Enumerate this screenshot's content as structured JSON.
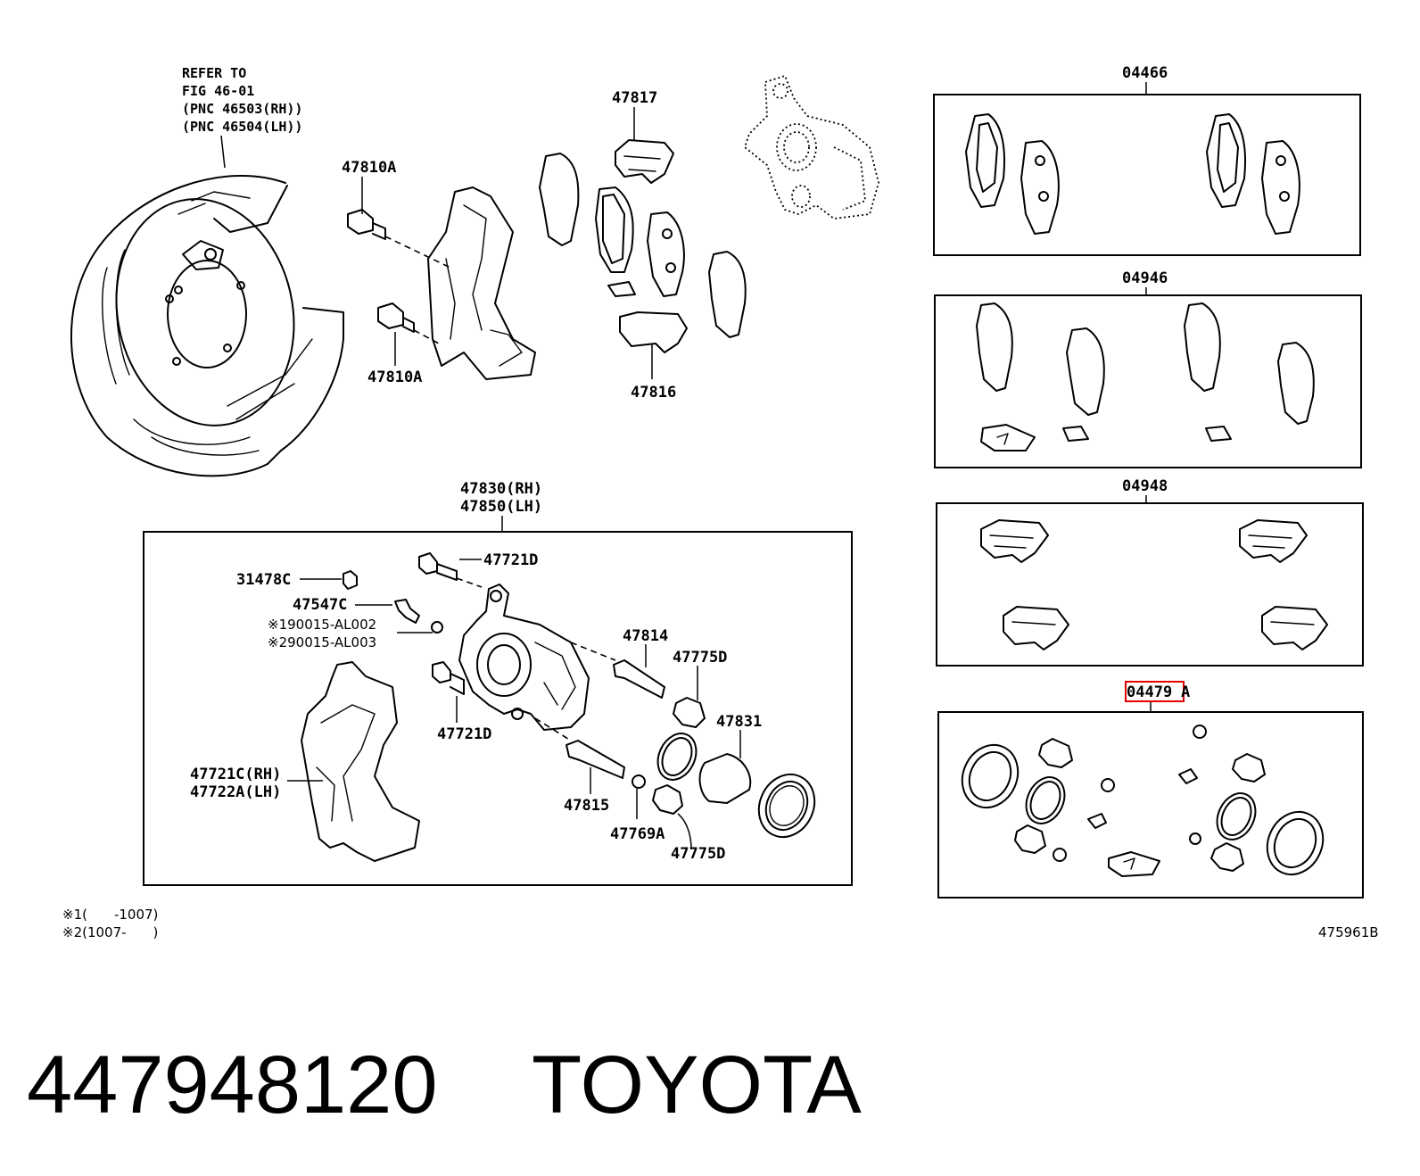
{
  "labels": {
    "refer_to": "REFER TO",
    "fig": "FIG 46-01",
    "pnc_rh": "(PNC 46503(RH))",
    "pnc_lh": "(PNC 46504(LH))",
    "p47810a_top": "47810A",
    "p47810a_bottom": "47810A",
    "p47817": "47817",
    "p47816": "47816",
    "p47830": "47830(RH)",
    "p47850": "47850(LH)",
    "p31478c": "31478C",
    "p47547c": "47547C",
    "note_190015": "※190015-AL002",
    "note_290015": "※290015-AL003",
    "p47721d_top": "47721D",
    "p47721d_mid": "47721D",
    "p47814": "47814",
    "p47775d_top": "47775D",
    "p47831": "47831",
    "p47721c": "47721C(RH)",
    "p47722a": "47722A(LH)",
    "p47815": "47815",
    "p47769a": "47769A",
    "p47775d_bottom": "47775D",
    "kit_04466": "04466",
    "kit_04946": "04946",
    "kit_04948": "04948",
    "kit_04479_num": "04479",
    "kit_04479_suffix": "A"
  },
  "footnotes": {
    "note1": "※1(　　-1007)",
    "note2": "※2(1007-　　)",
    "figure_code": "475961B"
  },
  "product": {
    "part_number": "447948120",
    "brand": "TOYOTA"
  },
  "colors": {
    "highlight": "#e00000",
    "ink": "#000000"
  }
}
